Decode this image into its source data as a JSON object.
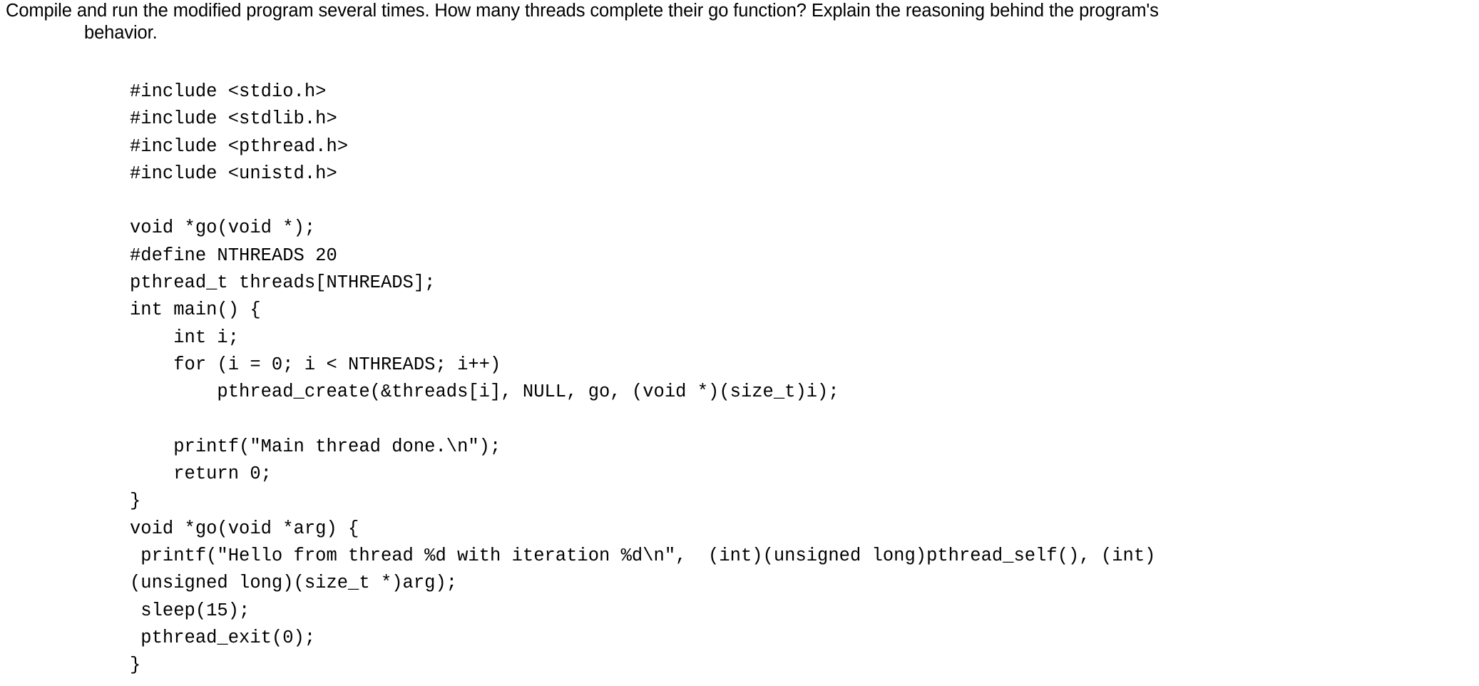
{
  "prompt": {
    "line_1": "Compile and run the modified program several times. How many threads complete their go function? Explain the reasoning behind the program's",
    "line_2": "behavior."
  },
  "code": {
    "language": "c",
    "lines": [
      "#include <stdio.h>",
      "#include <stdlib.h>",
      "#include <pthread.h>",
      "#include <unistd.h>",
      "",
      "void *go(void *);",
      "#define NTHREADS 20",
      "pthread_t threads[NTHREADS];",
      "int main() {",
      "    int i;",
      "    for (i = 0; i < NTHREADS; i++)",
      "        pthread_create(&threads[i], NULL, go, (void *)(size_t)i);",
      "",
      "    printf(\"Main thread done.\\n\");",
      "    return 0;",
      "}",
      "void *go(void *arg) {",
      " printf(\"Hello from thread %d with iteration %d\\n\",  (int)(unsigned long)pthread_self(), (int)",
      "(unsigned long)(size_t *)arg);",
      " sleep(15);",
      " pthread_exit(0);",
      "}"
    ]
  },
  "colors": {
    "page_background": "#ffffff",
    "text": "#000000"
  }
}
